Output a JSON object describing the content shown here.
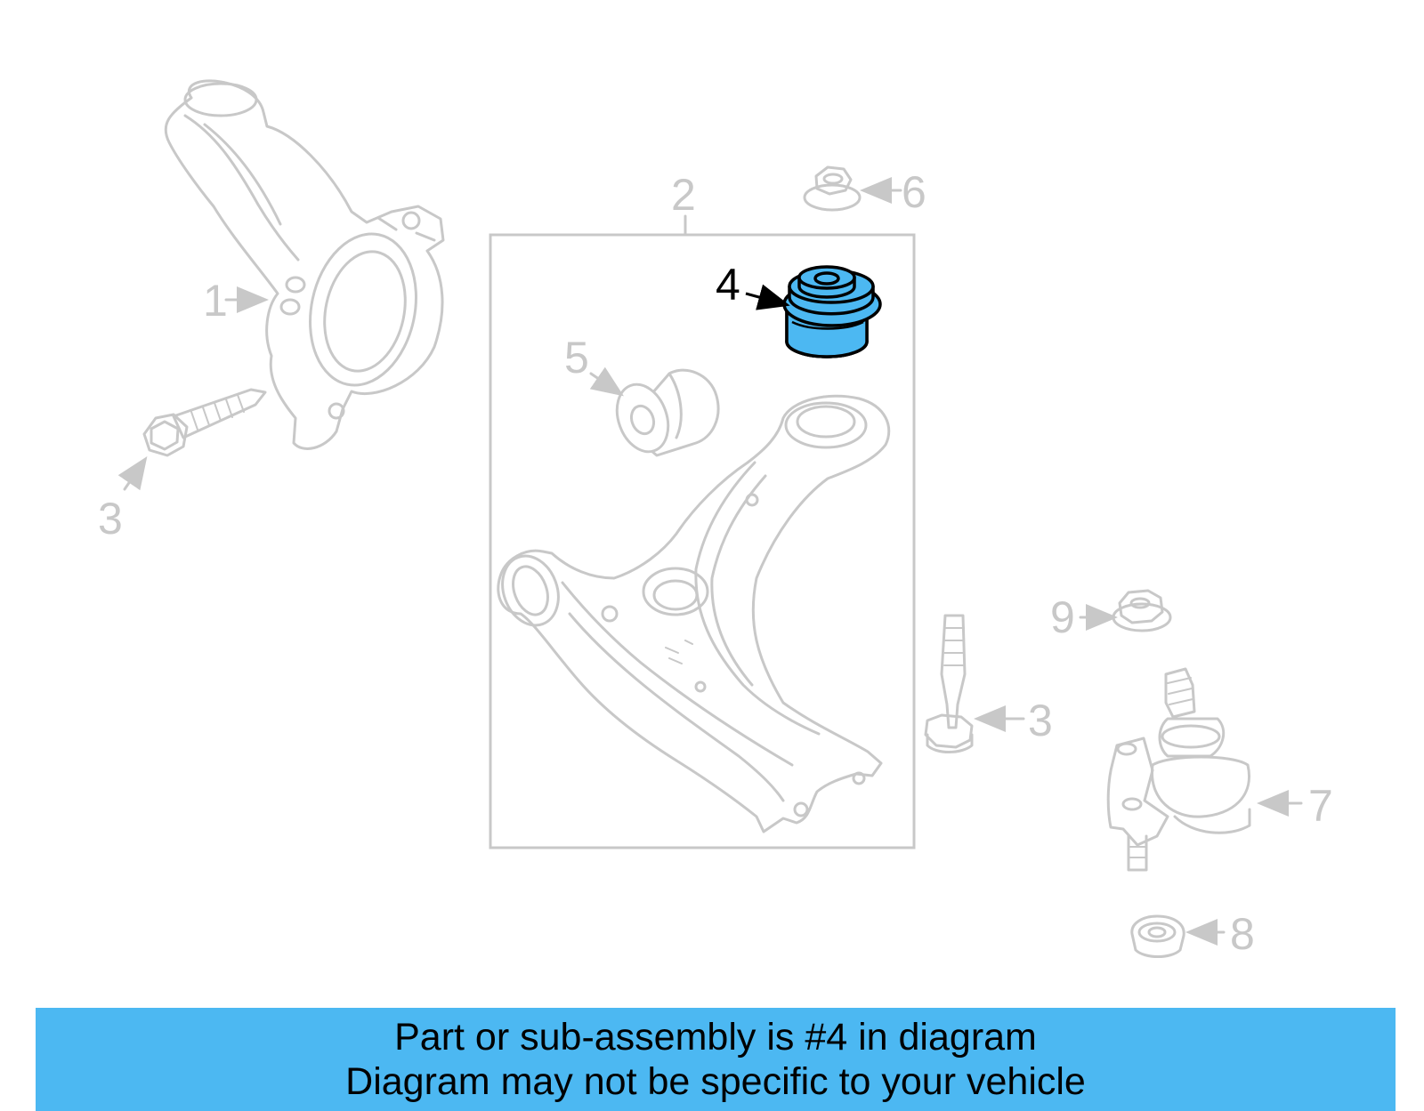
{
  "callouts": {
    "c1": "1",
    "c2": "2",
    "c3a": "3",
    "c3b": "3",
    "c4": "4",
    "c5": "5",
    "c6": "6",
    "c7": "7",
    "c8": "8",
    "c9": "9"
  },
  "highlighted_part": "4",
  "colors": {
    "highlight": "#4cb8f2",
    "ghost_line": "#c8c8c8",
    "banner": "#4cb8f2"
  },
  "banner": {
    "line1": "Part or sub-assembly is #4 in diagram",
    "line2": "Diagram may not be specific to your vehicle"
  }
}
